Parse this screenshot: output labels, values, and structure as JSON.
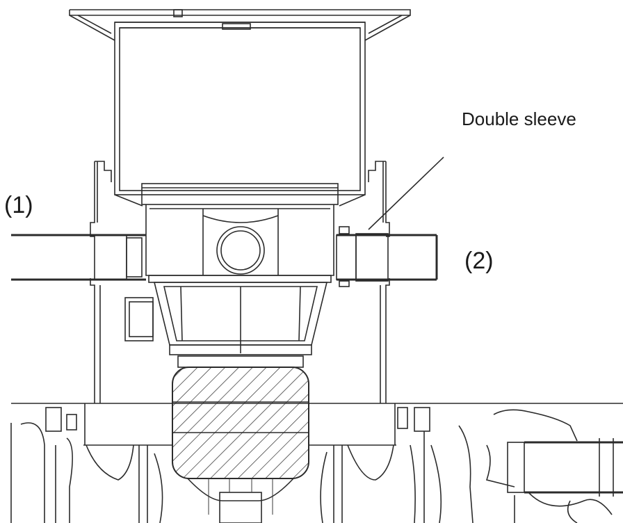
{
  "labels": {
    "inlet": "(1)",
    "outlet": "(2)",
    "sleeve": "Double sleeve"
  },
  "colors": {
    "line": "#2b2b2b",
    "background": "#ffffff"
  }
}
